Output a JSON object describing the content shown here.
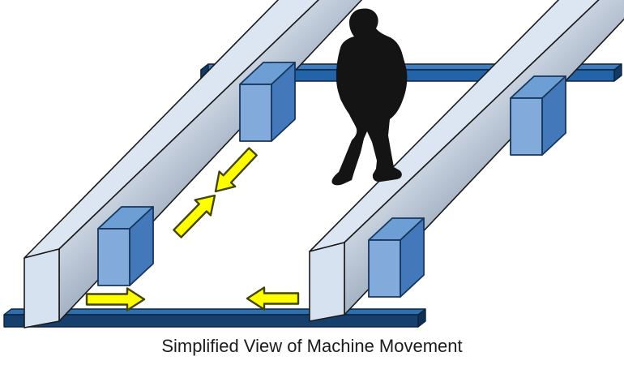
{
  "caption": {
    "text": "Simplified View of Machine Movement"
  },
  "diagram": {
    "type": "isometric-machine-illustration",
    "elements": [
      {
        "name": "top-rail",
        "role": "rear cross rail"
      },
      {
        "name": "bottom-rail",
        "role": "front cross rail"
      },
      {
        "name": "left-beam",
        "role": "machine beam on rails"
      },
      {
        "name": "right-beam",
        "role": "machine beam on rails"
      },
      {
        "name": "carriage-left-upper",
        "role": "moving carriage block"
      },
      {
        "name": "carriage-left-lower",
        "role": "moving carriage block"
      },
      {
        "name": "carriage-right-upper",
        "role": "moving carriage block"
      },
      {
        "name": "carriage-right-lower",
        "role": "moving carriage block"
      },
      {
        "name": "person-silhouette",
        "role": "human figure for scale"
      },
      {
        "name": "arrow-down-left",
        "direction": "down-left"
      },
      {
        "name": "arrow-up-right",
        "direction": "up-right"
      },
      {
        "name": "arrow-right",
        "direction": "right"
      },
      {
        "name": "arrow-left",
        "direction": "left"
      }
    ]
  },
  "colors": {
    "background": "#ffffff",
    "beam_top": "#dce6f2",
    "beam_end": "#d7e2f0",
    "beam_front_light": "#c9d3e0",
    "beam_front_dark": "#96a5b8",
    "beam_outline": "#1a1a1a",
    "cube_front": "#82abdc",
    "cube_top": "#6d9fd4",
    "cube_side": "#4379ba",
    "cube_outline": "#16365c",
    "top_rail_front": "#2363a8",
    "top_rail_top": "#3e7dc2",
    "top_rail_cap": "#133a63",
    "bottom_rail_front": "#173f6d",
    "bottom_rail_top": "#2e6fae",
    "bottom_rail_cap": "#102f52",
    "rail_outline": "#0b2540",
    "arrow_fill": "#ffff00",
    "arrow_outline": "#454500",
    "person": "#141414",
    "caption_color": "#1c1c1c"
  }
}
